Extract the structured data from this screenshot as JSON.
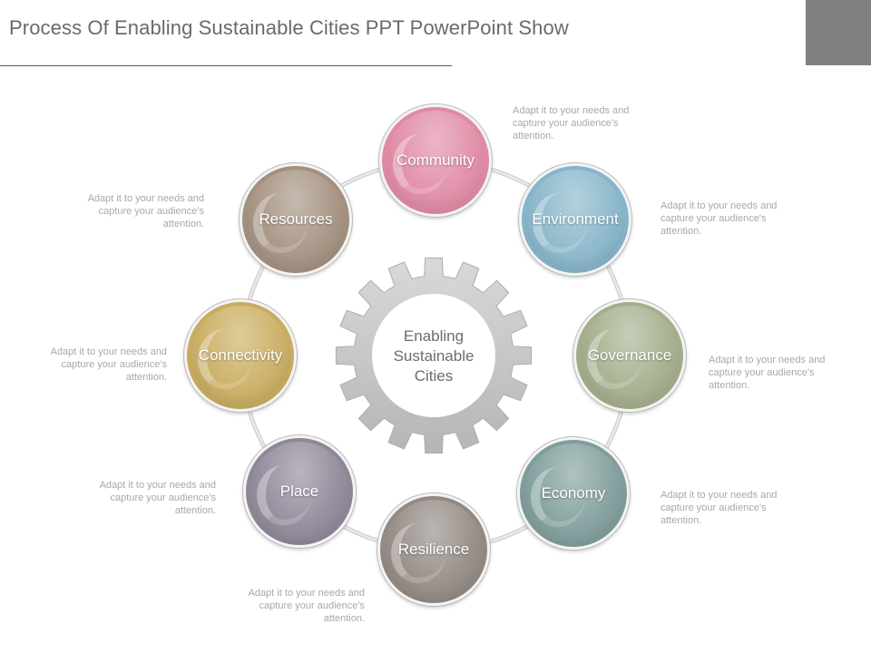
{
  "title": "Process Of Enabling Sustainable Cities PPT PowerPoint Show",
  "center": {
    "lines": [
      "Enabling",
      "Sustainable",
      "Cities"
    ]
  },
  "nodes": [
    {
      "label": "Community",
      "color": "#e08aa4"
    },
    {
      "label": "Environment",
      "color": "#86b5c9"
    },
    {
      "label": "Governance",
      "color": "#a3ae8b"
    },
    {
      "label": "Economy",
      "color": "#7f9d9b"
    },
    {
      "label": "Resilience",
      "color": "#928983"
    },
    {
      "label": "Place",
      "color": "#8f8798"
    },
    {
      "label": "Connectivity",
      "color": "#c9ac5f"
    },
    {
      "label": "Resources",
      "color": "#a3907f"
    }
  ],
  "captions": [
    {
      "line1": "Adapt it to your needs and",
      "line2": "capture your audience's",
      "line3": "attention."
    },
    {
      "line1": "Adapt it to your needs and",
      "line2": "capture your audience's",
      "line3": "attention."
    },
    {
      "line1": "Adapt it to your needs and",
      "line2": "capture your audience's",
      "line3": "attention."
    },
    {
      "line1": "Adapt it to your needs and",
      "line2": "capture your audience's",
      "line3": "attention."
    },
    {
      "line1": "Adapt it to your needs and",
      "line2": "capture your audience's",
      "line3": "attention."
    },
    {
      "line1": "Adapt it to your needs and",
      "line2": "capture your audience's",
      "line3": "attention."
    },
    {
      "line1": "Adapt it to your needs and",
      "line2": "capture your audience's",
      "line3": "attention."
    },
    {
      "line1": "Adapt it to your needs and",
      "line2": "capture your audience's",
      "line3": "attention."
    }
  ],
  "colors": {
    "gear": "#c8c8c8",
    "ring": "#d6d6d6"
  }
}
